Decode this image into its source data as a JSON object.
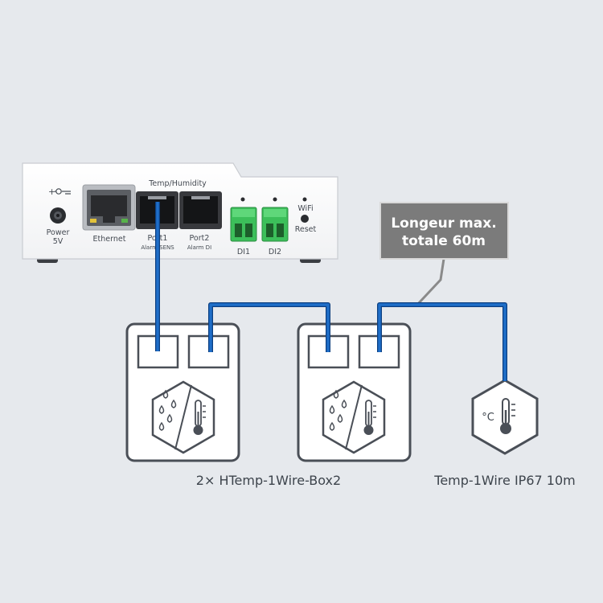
{
  "device": {
    "header_label": "Temp/Humidity",
    "power_label": "Power",
    "power_voltage": "5V",
    "ethernet_label": "Ethernet",
    "port1_label": "Port1",
    "port1_sub": "Alarm SENS",
    "port2_label": "Port2",
    "port2_sub": "Alarm DI",
    "di1_label": "DI1",
    "di2_label": "DI2",
    "wifi_label": "WiFi",
    "reset_label": "Reset"
  },
  "callout": {
    "line1": "Longeur max.",
    "line2": "totale 60m"
  },
  "captions": {
    "boxes": "2× HTemp-1Wire-Box2",
    "probe": "Temp-1Wire IP67 10m"
  },
  "probe_unit": "°C",
  "colors": {
    "background": "#e6e9ed",
    "cable": "#1f6fc9",
    "outline": "#4a4f57",
    "callout": "#7b7b7b",
    "terminal": "#3cbf5a"
  }
}
